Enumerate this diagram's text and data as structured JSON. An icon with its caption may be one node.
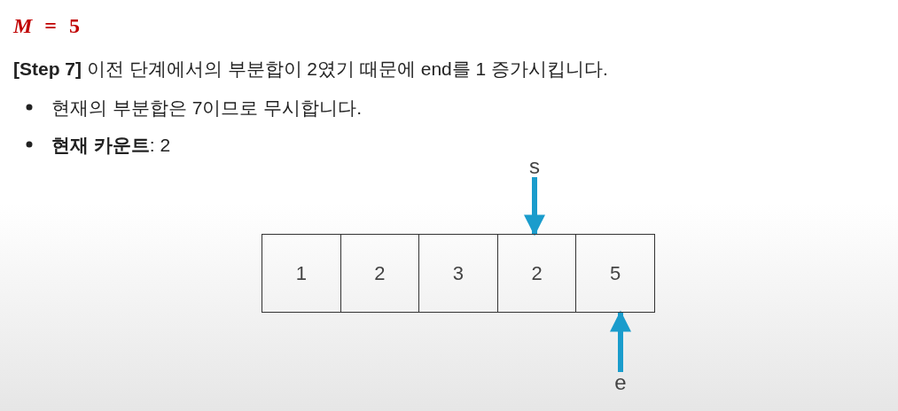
{
  "diagram": {
    "title": "*M* = 5",
    "nodes": [
      {
        "text": [
          "1"
        ]
      },
      {
        "text": [
          "2"
        ]
      },
      {
        "text": [
          "3"
        ]
      },
      {
        "text": [
          "2"
        ]
      },
      {
        "text": [
          "5"
        ]
      },
      {
        "text": [
          "s"
        ]
      },
      {
        "text": [
          "e"
        ]
      }
    ],
    "edges": [
      {
        "from": 5,
        "to": 3,
        "arrow": "to",
        "color": "#1a9ccc"
      },
      {
        "from": 6,
        "to": 4,
        "arrow": "to",
        "color": "#1a9ccc"
      }
    ],
    "labels": [
      "**[Step 7]** 이전 단계에서의 부분합이 2였기 때문에 end를 1 증가시킵니다.",
      "현재의 부분합은 7이므로 무시합니다.",
      "**현재 카운트**: 2"
    ]
  }
}
